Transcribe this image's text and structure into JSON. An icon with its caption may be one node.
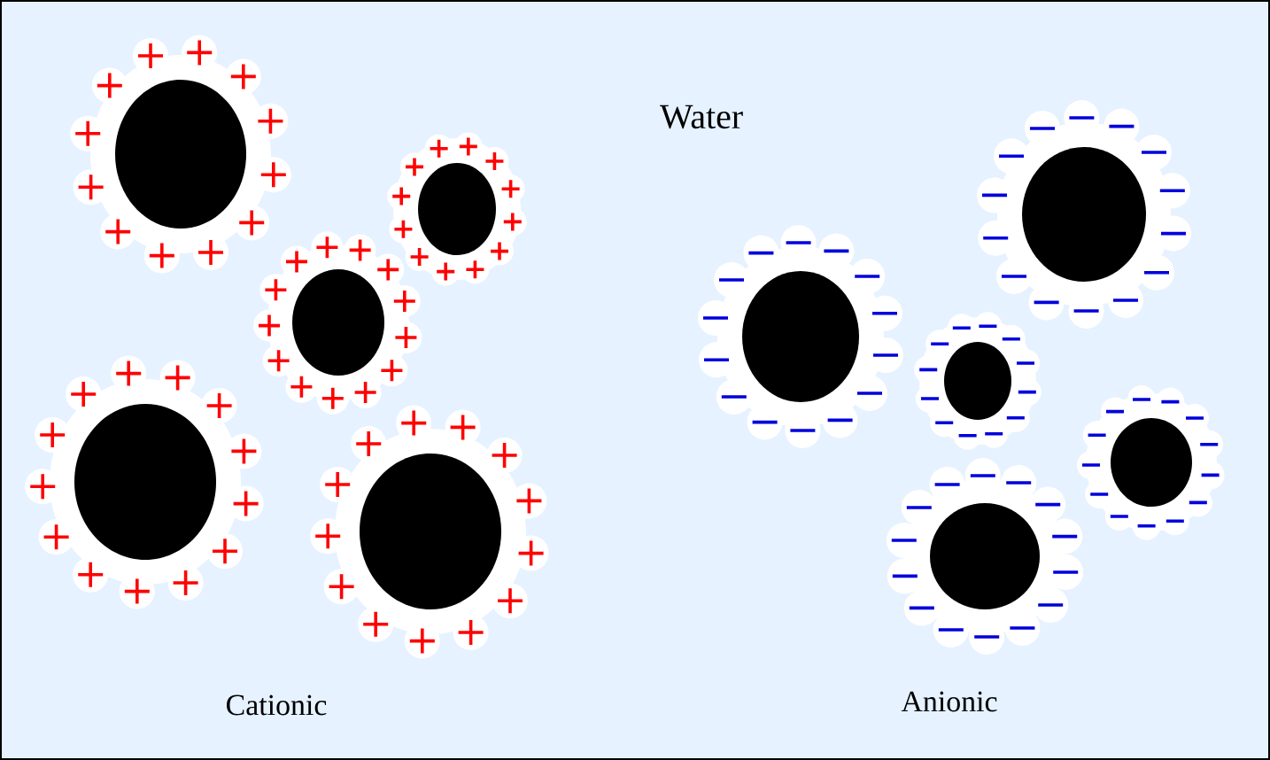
{
  "diagram": {
    "labels": [
      "Water",
      "Cationic",
      "Anionic"
    ]
  }
}
